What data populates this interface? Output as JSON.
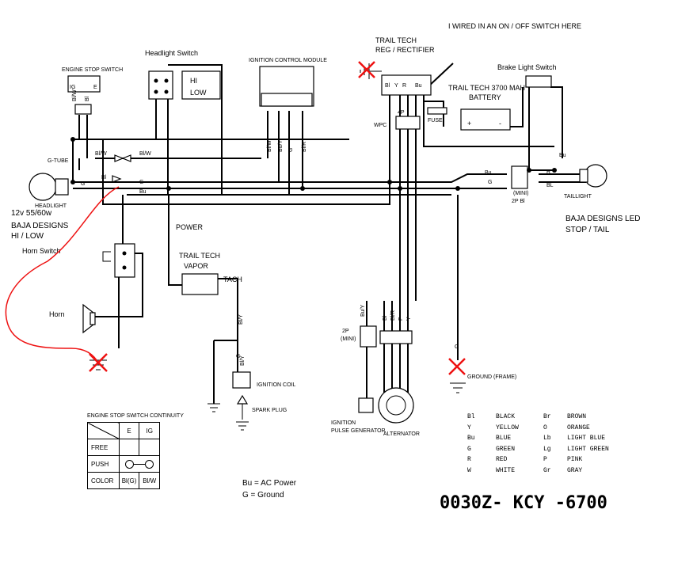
{
  "notes": {
    "switch_note": "I WIRED IN AN ON / OFF SWITCH HERE",
    "trail_tech_reg": "TRAIL TECH",
    "reg_rectifier": "REG / RECTIFIER",
    "brake_light_switch": "Brake Light Switch",
    "battery_line1": "TRAIL TECH 3700 MAH",
    "battery_line2": "BATTERY",
    "fuse": "FUSE",
    "wpc": "WPC",
    "headlight_switch": "Headlight Switch",
    "hi": "HI",
    "low": "LOW",
    "engine_stop_switch": "ENGINE STOP SWITCH",
    "ignition_control_module": "IGNITION CONTROL MODULE",
    "g_tube": "G-TUBE",
    "headlight": "HEADLIGHT",
    "headlight_spec": "12v 55/60w",
    "baja_line1": "BAJA DESIGNS",
    "baja_line2": "HI / LOW",
    "power": "POWER",
    "horn_switch": "Horn Switch",
    "horn": "Horn",
    "vapor_line1": "TRAIL TECH",
    "vapor_line2": "VAPOR",
    "tach": "TACH",
    "ignition_coil": "IGNITION COIL",
    "spark_plug": "SPARK PLUG",
    "ignition_pulse_line1": "IGNITION",
    "ignition_pulse_line2": "PULSE GENERATOR",
    "alternator": "ALTERNATOR",
    "mini_2p": "2P",
    "mini": "(MINI)",
    "mini_2p_bl": "2P Bl",
    "ground_frame": "GROUND (FRAME)",
    "taillight": "TAILLIGHT",
    "led_line1": "BAJA DESIGNS LED",
    "led_line2": "STOP / TAIL",
    "bu_ac": "Bu = AC Power",
    "g_ground": "G = Ground",
    "part_number": "0030Z- KCY -6700"
  },
  "wire_codes": {
    "bl_w": "Bl/W",
    "bl": "Bl",
    "g": "G",
    "bu": "Bu",
    "bu_y": "Bu/Y",
    "bl_r": "Bl/R",
    "bl_y": "Bl/Y",
    "r": "R",
    "y": "Y",
    "w": "W",
    "p": "P",
    "bl_cap": "BL",
    "ig": "IG",
    "e": "E",
    "fourp": "4P",
    "plus": "+",
    "minus": "-"
  },
  "continuity_table": {
    "title": "ENGINE STOP SWITCH CONTINUITY",
    "col_e": "E",
    "col_ig": "IG",
    "rows": [
      "FREE",
      "PUSH",
      "COLOR"
    ],
    "color_e": "Bl(G)",
    "color_ig": "Bl/W"
  },
  "color_legend": [
    {
      "code": "Bl",
      "name": "BLACK"
    },
    {
      "code": "Y",
      "name": "YELLOW"
    },
    {
      "code": "Bu",
      "name": "BLUE"
    },
    {
      "code": "G",
      "name": "GREEN"
    },
    {
      "code": "R",
      "name": "RED"
    },
    {
      "code": "W",
      "name": "WHITE"
    },
    {
      "code": "Br",
      "name": "BROWN"
    },
    {
      "code": "O",
      "name": "ORANGE"
    },
    {
      "code": "Lb",
      "name": "LIGHT BLUE"
    },
    {
      "code": "Lg",
      "name": "LIGHT GREEN"
    },
    {
      "code": "P",
      "name": "PINK"
    },
    {
      "code": "Gr",
      "name": "GRAY"
    }
  ],
  "colors": {
    "annotation_red": "#e11111",
    "wire_black": "#000000"
  }
}
